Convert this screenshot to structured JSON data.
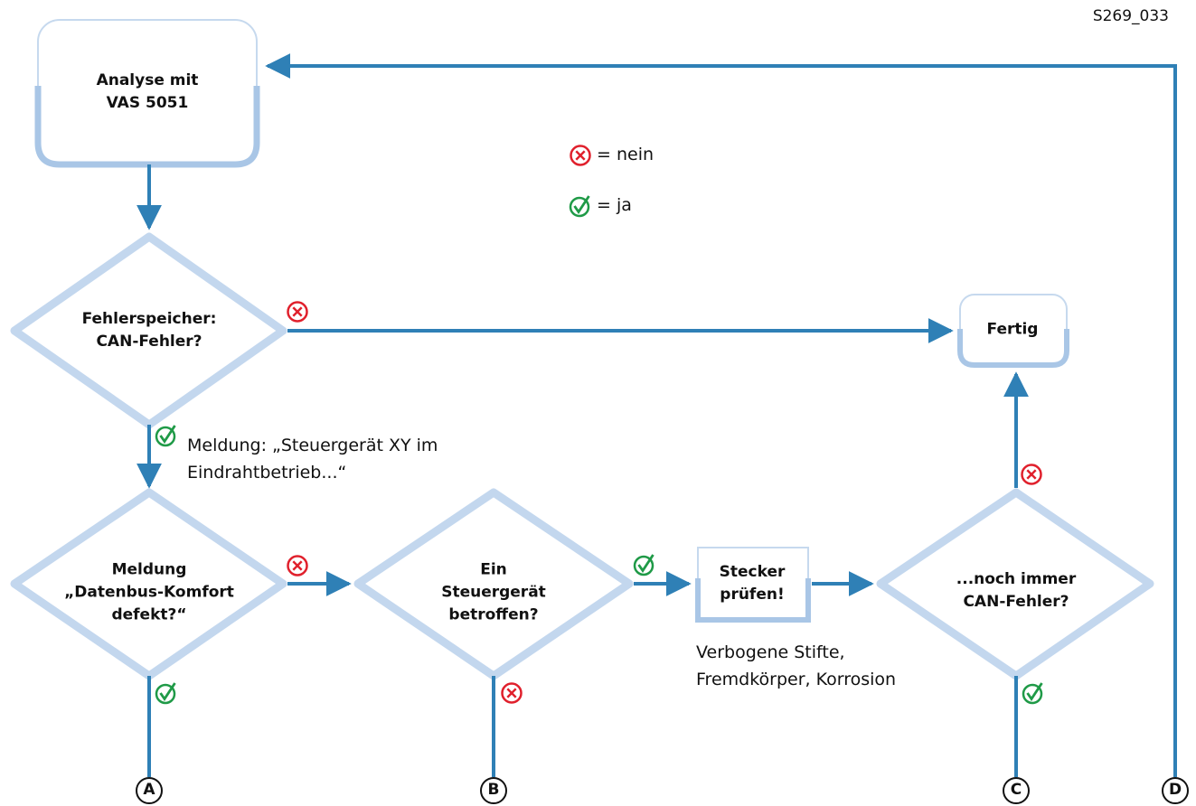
{
  "figure_id": "S269_033",
  "colors": {
    "flow": "#2f80b6",
    "shape_border": "#b9d1ea",
    "no": "#e0202c",
    "yes": "#1f9a47"
  },
  "legend": {
    "no": "= nein",
    "yes": "= ja"
  },
  "nodes": {
    "start": [
      "Analyse mit",
      "VAS 5051"
    ],
    "q1": [
      "Fehlerspeicher:",
      "CAN-Fehler?"
    ],
    "q2": [
      "Meldung",
      "„Datenbus-Komfort",
      "defekt?“"
    ],
    "q3": [
      "Ein",
      "Steuergerät",
      "betroffen?"
    ],
    "check": [
      "Stecker",
      "prüfen!"
    ],
    "q4": [
      "...noch immer",
      "CAN-Fehler?"
    ],
    "done": [
      "Fertig"
    ]
  },
  "notes": {
    "q1_yes": [
      "Meldung: „Steuergerät XY im",
      "Eindrahtbetrieb...“"
    ],
    "check": [
      "Verbogene Stifte,",
      "Fremdkörper, Korrosion"
    ]
  },
  "connectors": [
    "A",
    "B",
    "C",
    "D"
  ]
}
